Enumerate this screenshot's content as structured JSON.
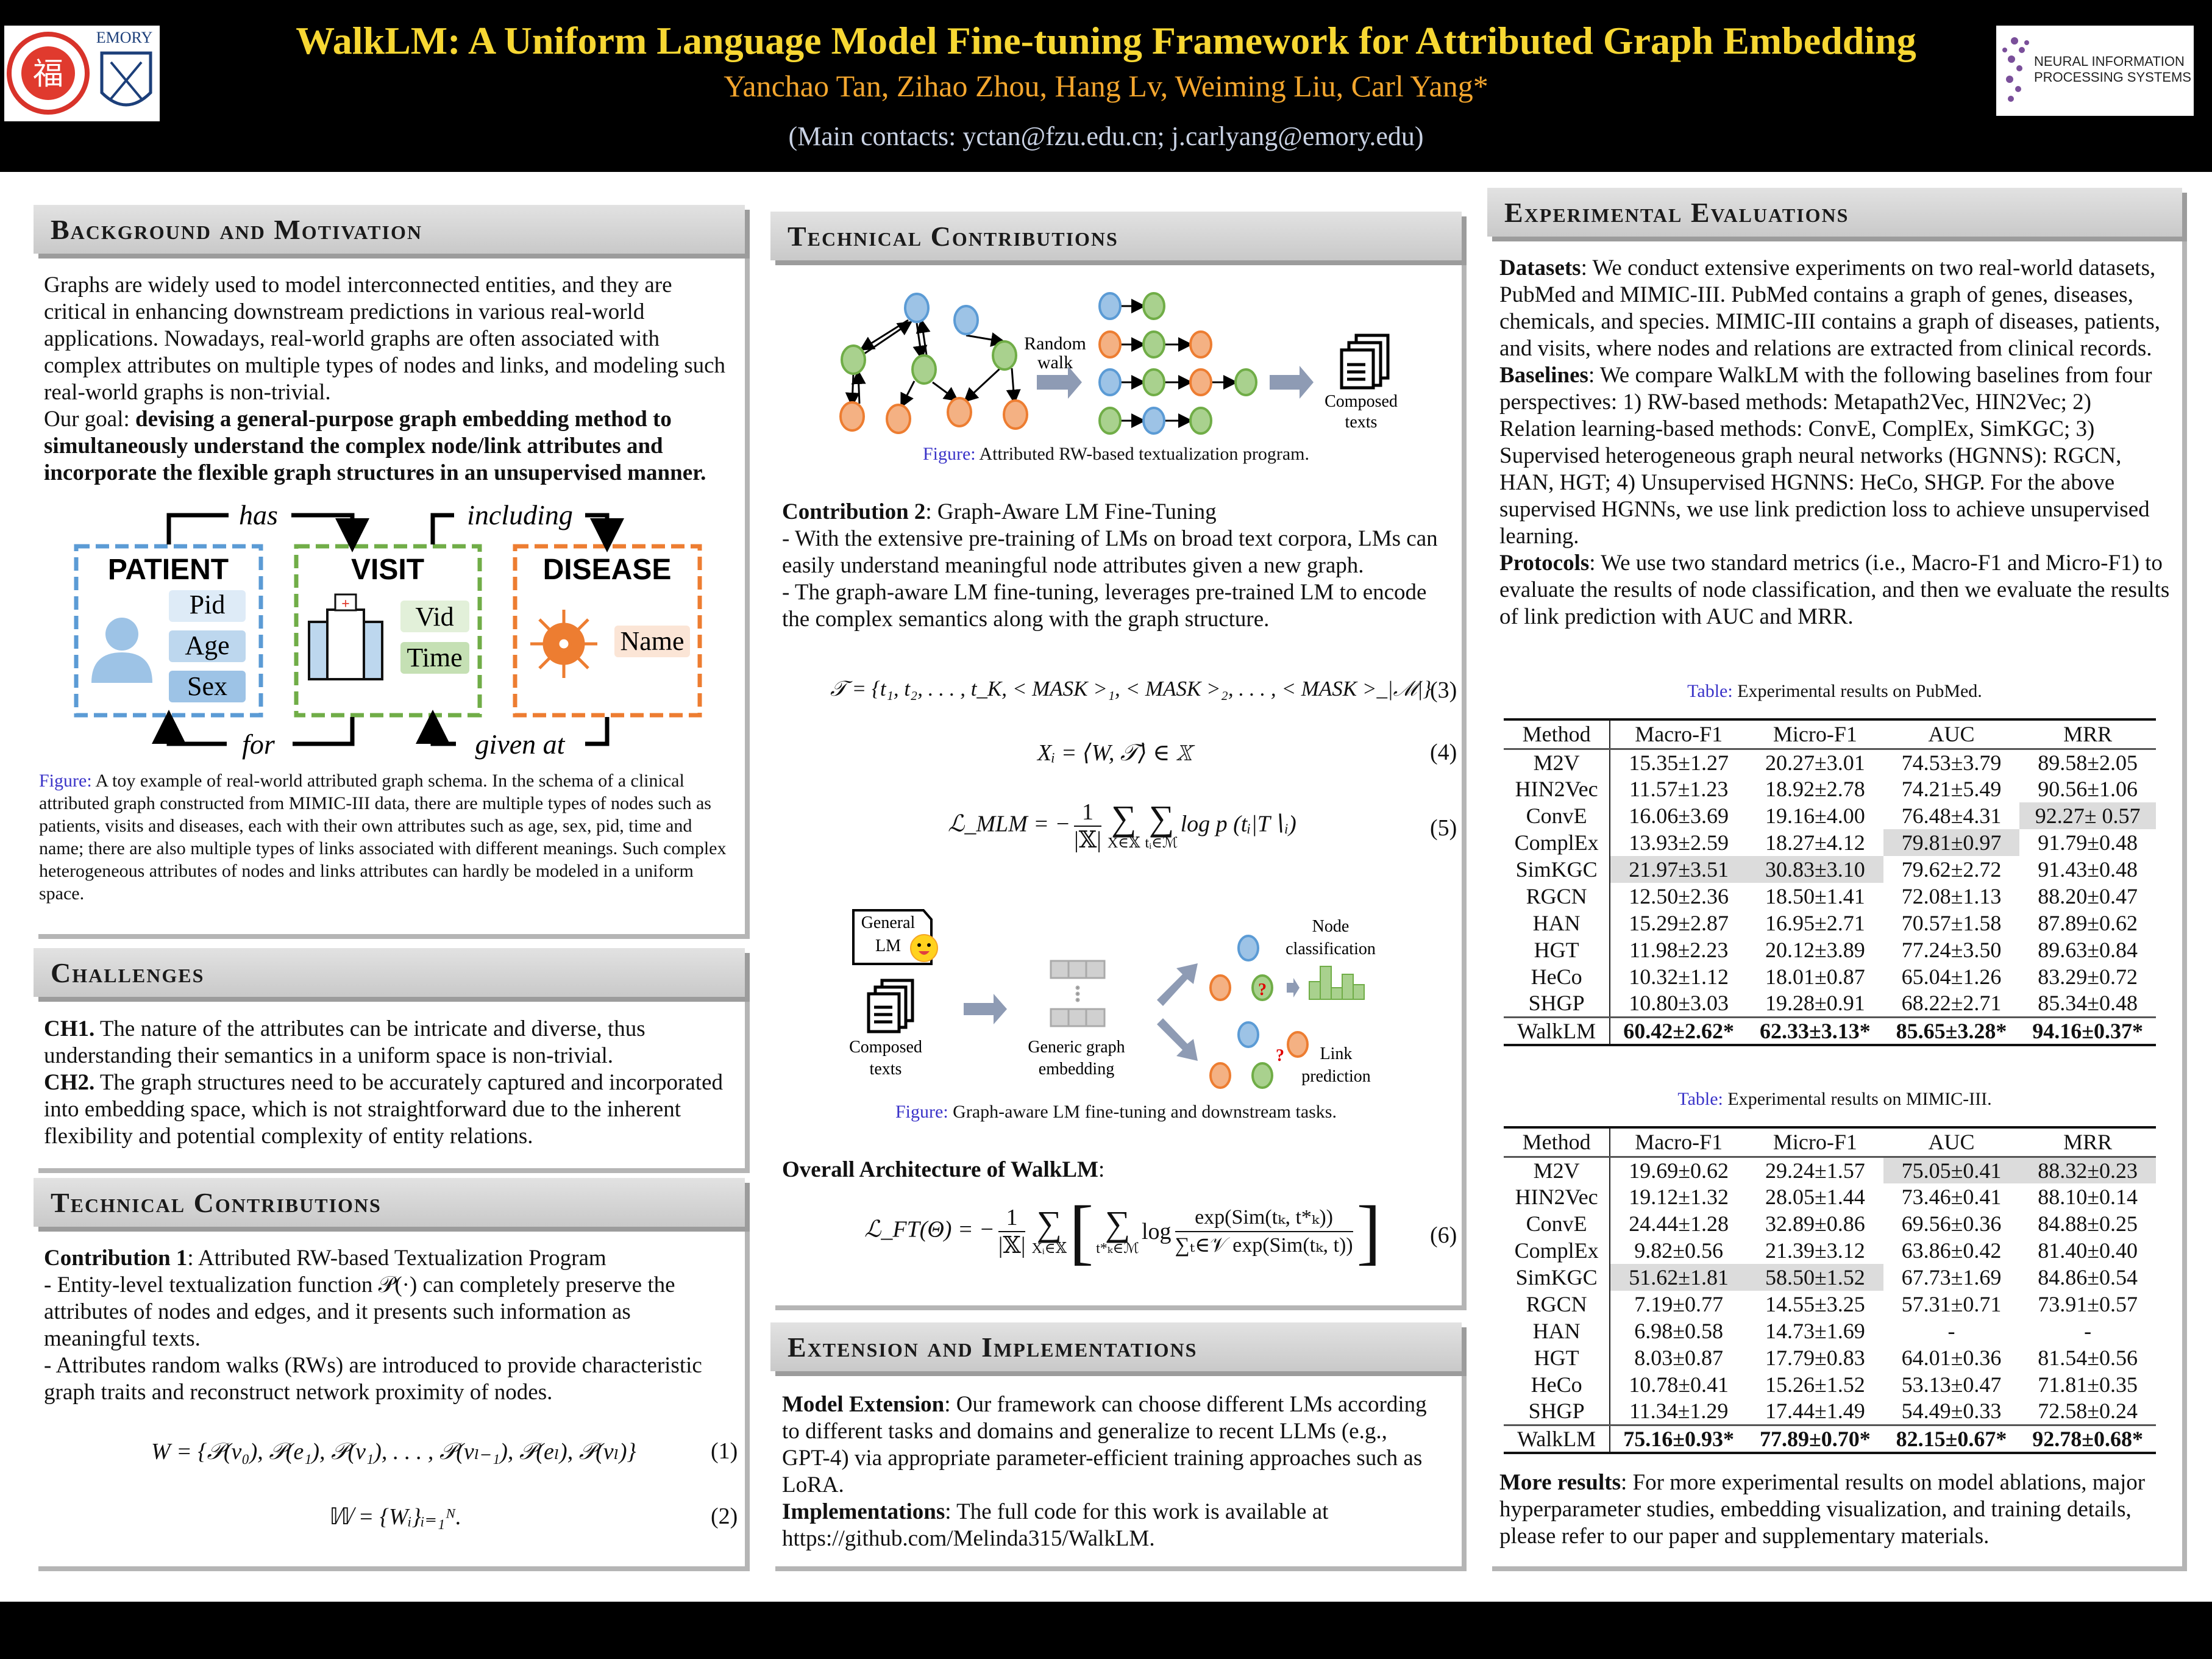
{
  "header": {
    "title": "WalkLM: A Uniform Language Model Fine-tuning Framework for Attributed Graph Embedding",
    "authors": "Yanchao Tan, Zihao Zhou, Hang Lv, Weiming Liu, Carl Yang*",
    "contacts": "(Main contacts: yctan@fzu.edu.cn; j.carlyang@emory.edu)",
    "logo_left_1": "Fuzhou University",
    "logo_left_2": "EMORY",
    "logo_right": "NEURAL INFORMATION PROCESSING SYSTEMS"
  },
  "background": {
    "heading": "Background and Motivation",
    "para1": "Graphs are widely used to model interconnected entities, and they are critical in enhancing downstream predictions in various real-world applications. Nowadays, real-world graphs are often associated with complex attributes on multiple types of nodes and links, and modeling such real-world graphs is non-trivial.",
    "goal_prefix": "Our goal: ",
    "goal_bold": "devising a general-purpose graph embedding method to simultaneously understand the complex node/link attributes and incorporate the flexible graph structures in an unsupervised manner.",
    "schema": {
      "patient": "PATIENT",
      "visit": "VISIT",
      "disease": "DISEASE",
      "pid": "Pid",
      "age": "Age",
      "sex": "Sex",
      "vid": "Vid",
      "time": "Time",
      "name": "Name",
      "has": "has",
      "including": "including",
      "for": "for",
      "given_at": "given at"
    },
    "caption_label": "Figure:",
    "caption": " A toy example of real-world attributed graph schema. In the schema of a clinical attributed graph constructed from MIMIC-III data, there are multiple types of nodes such as patients, visits and diseases, each with their own attributes such as age, sex, pid, time and name; there are also multiple types of links associated with different meanings. Such complex heterogeneous attributes of nodes and links attributes can hardly be modeled in a uniform space."
  },
  "challenges": {
    "heading": "Challenges",
    "ch1_label": "CH1.",
    "ch1": " The nature of the attributes can be intricate and diverse, thus understanding their semantics in a uniform space is non-trivial.",
    "ch2_label": "CH2.",
    "ch2": " The graph structures need to be accurately captured and incorporated into embedding space, which is not straightforward due to the inherent flexibility and potential complexity of entity relations."
  },
  "tech_left": {
    "heading": "Technical Contributions",
    "c1_label": "Contribution 1",
    "c1_title": ": Attributed RW-based Textualization Program",
    "c1_b1": "- Entity-level textualization function 𝒫(·) can completely preserve the attributes of nodes and edges, and it presents such information as meaningful texts.",
    "c1_b2": "- Attributes random walks (RWs) are introduced to provide characteristic graph traits and reconstruct network proximity of nodes.",
    "eq1": "W = {𝒫(v₀), 𝒫(e₁), 𝒫(v₁), . . . , 𝒫(vₗ₋₁), 𝒫(eₗ), 𝒫(vₗ)}",
    "eq1_num": "(1)",
    "eq2": "𝕎 = {Wᵢ}ᵢ₌₁ᴺ.",
    "eq2_num": "(2)"
  },
  "tech_mid": {
    "heading": "Technical Contributions",
    "fig1": {
      "random_walk_1": "Random",
      "random_walk_2": "walk",
      "composed_1": "Composed",
      "composed_2": "texts"
    },
    "fig1_caption_label": "Figure:",
    "fig1_caption": " Attributed RW-based textualization program.",
    "c2_label": "Contribution 2",
    "c2_title": ": Graph-Aware LM Fine-Tuning",
    "c2_b1": "- With the extensive pre-training of LMs on broad text corpora, LMs can easily understand meaningful node attributes given a new graph.",
    "c2_b2": "- The graph-aware LM fine-tuning, leverages pre-trained LM to encode the complex semantics along with the graph structure.",
    "eq3": "𝒯 = {t₁, t₂, . . . , t_K, < MASK >₁, < MASK >₂, . . . , < MASK >_|ℳ|}",
    "eq3_num": "(3)",
    "eq4": "Xᵢ = ⟨W, 𝒯⟩ ∈ 𝕏",
    "eq4_num": "(4)",
    "eq5_lhs": "ℒ_MLM = −",
    "eq5_num_top": "1",
    "eq5_den": "|𝕏|",
    "eq5_sub1": "X∈𝕏",
    "eq5_sub2": "tᵢ∈ℳ",
    "eq5_rhs": "log p (tᵢ|T∖ᵢ)",
    "eq5_num": "(5)",
    "fig2": {
      "general": "General",
      "lm": "LM",
      "composed_1": "Composed",
      "composed_2": "texts",
      "generic_1": "Generic graph",
      "generic_2": "embedding",
      "node_1": "Node",
      "node_2": "classification",
      "link_1": "Link",
      "link_2": "prediction",
      "question": "?"
    },
    "fig2_caption_label": "Figure:",
    "fig2_caption": " Graph-aware LM fine-tuning and downstream tasks.",
    "overall": "Overall Architecture of WalkLM",
    "overall_colon": ":",
    "eq6_lhs": "ℒ_FT(Θ) = −",
    "eq6_top": "1",
    "eq6_den": "|𝕏|",
    "eq6_sub1": "Xᵢ∈𝕏",
    "eq6_sub2": "t*ₖ∈ℳ",
    "eq6_log": "log",
    "eq6_frac_top": "exp(Sim(tₖ, t*ₖ))",
    "eq6_frac_bot": "∑ₜ∈𝒱 exp(Sim(tₖ, t))",
    "eq6_num": "(6)"
  },
  "extension": {
    "heading": "Extension and Implementations",
    "model_label": "Model Extension",
    "model": ": Our framework can choose different LMs according to different tasks and domains and generalize to recent LLMs (e.g., GPT-4) via appropriate parameter-efficient training approaches such as LoRA.",
    "impl_label": "Implementations",
    "impl": ": The full code for this work is available at",
    "url": "https://github.com/Melinda315/WalkLM."
  },
  "experiments": {
    "heading": "Experimental Evaluations",
    "datasets_label": "Datasets",
    "datasets": ": We conduct extensive experiments on two real-world datasets, PubMed and MIMIC-III. PubMed contains a graph of genes, diseases, chemicals, and species. MIMIC-III contains a graph of diseases, patients, and visits, where nodes and relations are extracted from clinical records.",
    "baselines_label": "Baselines",
    "baselines": ": We compare WalkLM with the following baselines from four perspectives: 1) RW-based methods: Metapath2Vec, HIN2Vec; 2) Relation learning-based methods: ConvE, ComplEx, SimKGC; 3) Supervised heterogeneous graph neural networks (HGNNS): RGCN, HAN, HGT; 4) Unsupervised HGNNS: HeCo, SHGP. For the above supervised HGNNs, we use link prediction loss to achieve unsupervised learning.",
    "protocols_label": "Protocols",
    "protocols": ": We use two standard metrics (i.e., Macro-F1 and Micro-F1) to evaluate the results of node classification, and then we evaluate the results of link prediction with AUC and MRR.",
    "more_label": "More results",
    "more": ": For more experimental results on model ablations, major hyperparameter studies, embedding visualization, and training details, please refer to our paper and supplementary materials.",
    "tables": [
      {
        "caption_label": "Table:",
        "caption": " Experimental results on PubMed.",
        "columns": [
          "Method",
          "Macro-F1",
          "Micro-F1",
          "AUC",
          "MRR"
        ],
        "rows": [
          [
            "M2V",
            "15.35±1.27",
            "20.27±3.01",
            "74.53±3.79",
            "89.58±2.05"
          ],
          [
            "HIN2Vec",
            "11.57±1.23",
            "18.92±2.78",
            "74.21±5.49",
            "90.56±1.06"
          ],
          [
            "ConvE",
            "16.06±3.69",
            "19.16±4.00",
            "76.48±4.31",
            "92.27± 0.57"
          ],
          [
            "ComplEx",
            "13.93±2.59",
            "18.27±4.12",
            "79.81±0.97",
            "91.79±0.48"
          ],
          [
            "SimKGC",
            "21.97±3.51",
            "30.83±3.10",
            "79.62±2.72",
            "91.43±0.48"
          ],
          [
            "RGCN",
            "12.50±2.36",
            "18.50±1.41",
            "72.08±1.13",
            "88.20±0.47"
          ],
          [
            "HAN",
            "15.29±2.87",
            "16.95±2.71",
            "70.57±1.58",
            "87.89±0.62"
          ],
          [
            "HGT",
            "11.98±2.23",
            "20.12±3.89",
            "77.24±3.50",
            "89.63±0.84"
          ],
          [
            "HeCo",
            "10.32±1.12",
            "18.01±0.87",
            "65.04±1.26",
            "83.29±0.72"
          ],
          [
            "SHGP",
            "10.80±3.03",
            "19.28±0.91",
            "68.22±2.71",
            "85.34±0.48"
          ],
          [
            "WalkLM",
            "60.42±2.62*",
            "62.33±3.13*",
            "85.65±3.28*",
            "94.16±0.37*"
          ]
        ],
        "second_best": [
          [
            2,
            4
          ],
          [
            3,
            3
          ],
          [
            4,
            1
          ],
          [
            4,
            2
          ]
        ]
      },
      {
        "caption_label": "Table:",
        "caption": " Experimental results on MIMIC-III.",
        "columns": [
          "Method",
          "Macro-F1",
          "Micro-F1",
          "AUC",
          "MRR"
        ],
        "rows": [
          [
            "M2V",
            "19.69±0.62",
            "29.24±1.57",
            "75.05±0.41",
            "88.32±0.23"
          ],
          [
            "HIN2Vec",
            "19.12±1.32",
            "28.05±1.44",
            "73.46±0.41",
            "88.10±0.14"
          ],
          [
            "ConvE",
            "24.44±1.28",
            "32.89±0.86",
            "69.56±0.36",
            "84.88±0.25"
          ],
          [
            "ComplEx",
            "9.82±0.56",
            "21.39±3.12",
            "63.86±0.42",
            "81.40±0.40"
          ],
          [
            "SimKGC",
            "51.62±1.81",
            "58.50±1.52",
            "67.73±1.69",
            "84.86±0.54"
          ],
          [
            "RGCN",
            "7.19±0.77",
            "14.55±3.25",
            "57.31±0.71",
            "73.91±0.57"
          ],
          [
            "HAN",
            "6.98±0.58",
            "14.73±1.69",
            "-",
            "-"
          ],
          [
            "HGT",
            "8.03±0.87",
            "17.79±0.83",
            "64.01±0.36",
            "81.54±0.56"
          ],
          [
            "HeCo",
            "10.78±0.41",
            "15.26±1.52",
            "53.13±0.47",
            "71.81±0.35"
          ],
          [
            "SHGP",
            "11.34±1.29",
            "17.44±1.49",
            "54.49±0.33",
            "72.58±0.24"
          ],
          [
            "WalkLM",
            "75.16±0.93*",
            "77.89±0.70*",
            "82.15±0.67*",
            "92.78±0.68*"
          ]
        ],
        "second_best": [
          [
            0,
            3
          ],
          [
            0,
            4
          ],
          [
            4,
            1
          ],
          [
            4,
            2
          ]
        ]
      }
    ]
  },
  "colors": {
    "title": "#f7d733",
    "authors": "#f3a62e",
    "blue_node": "#9dc3e6",
    "green_node": "#a9d18e",
    "orange_node": "#f4b183",
    "caption_label": "#3a33c8"
  }
}
